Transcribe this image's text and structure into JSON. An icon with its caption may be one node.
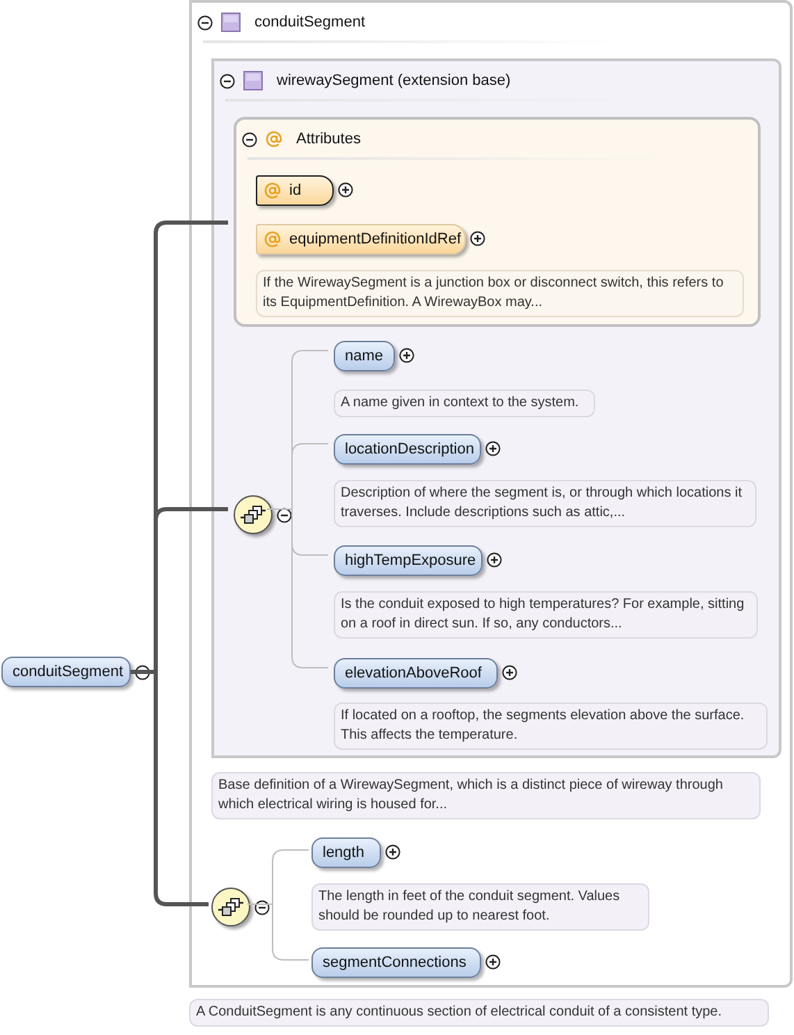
{
  "diagram": {
    "nodes": [
      {
        "text": [
          "conduitSegment"
        ]
      },
      {
        "text": [
          "conduitSegment"
        ],
        "beside": [
          "A ConduitSegment is any continuous section of electrical conduit of a consistent type."
        ]
      },
      {
        "text": [
          "wirewaySegment (extension base)"
        ],
        "in": 1,
        "beside": [
          "Base definition of a WirewaySegment, which is a distinct piece of wireway through which electrical wiring is housed for..."
        ]
      },
      {
        "text": [
          "Attributes"
        ],
        "in": 2
      },
      {
        "text": [
          "id"
        ],
        "in": 3
      },
      {
        "text": [
          "equipmentDefinitionIdRef"
        ],
        "in": 3,
        "beside": [
          "If the WirewaySegment is a junction box or disconnect switch, this refers to its EquipmentDefinition. A WirewayBox may..."
        ]
      },
      {
        "text": [],
        "shape": "circle",
        "in": 2
      },
      {
        "text": [
          "name"
        ],
        "in": 2,
        "beside": [
          "A name given in context to the system."
        ]
      },
      {
        "text": [
          "locationDescription"
        ],
        "in": 2,
        "beside": [
          "Description of where the segment is, or through which locations it traverses. Include descriptions such as attic,..."
        ]
      },
      {
        "text": [
          "highTempExposure"
        ],
        "in": 2,
        "beside": [
          "Is the conduit exposed to high temperatures? For example, sitting on a roof in direct sun. If so, any conductors..."
        ]
      },
      {
        "text": [
          "elevationAboveRoof"
        ],
        "in": 2,
        "beside": [
          "If located on a rooftop, the segments elevation above the surface. This affects the temperature."
        ]
      },
      {
        "text": [],
        "shape": "circle",
        "in": 1
      },
      {
        "text": [
          "length"
        ],
        "in": 1,
        "beside": [
          "The length in feet of the conduit segment. Values should be rounded up to nearest foot."
        ]
      },
      {
        "text": [
          "segmentConnections"
        ],
        "in": 1
      }
    ],
    "edges": [
      {
        "from": 0,
        "to": 3,
        "arrow": "none",
        "style": "thick",
        "color": "#555555"
      },
      {
        "from": 0,
        "to": 6,
        "arrow": "none",
        "style": "thick",
        "color": "#555555"
      },
      {
        "from": 0,
        "to": 11,
        "arrow": "none",
        "style": "thick",
        "color": "#555555"
      },
      {
        "from": 6,
        "to": 7,
        "arrow": "none"
      },
      {
        "from": 6,
        "to": 8,
        "arrow": "none"
      },
      {
        "from": 6,
        "to": 9,
        "arrow": "none"
      },
      {
        "from": 6,
        "to": 10,
        "arrow": "none"
      },
      {
        "from": 11,
        "to": 12,
        "arrow": "none"
      },
      {
        "from": 11,
        "to": 13,
        "arrow": "none"
      }
    ]
  }
}
